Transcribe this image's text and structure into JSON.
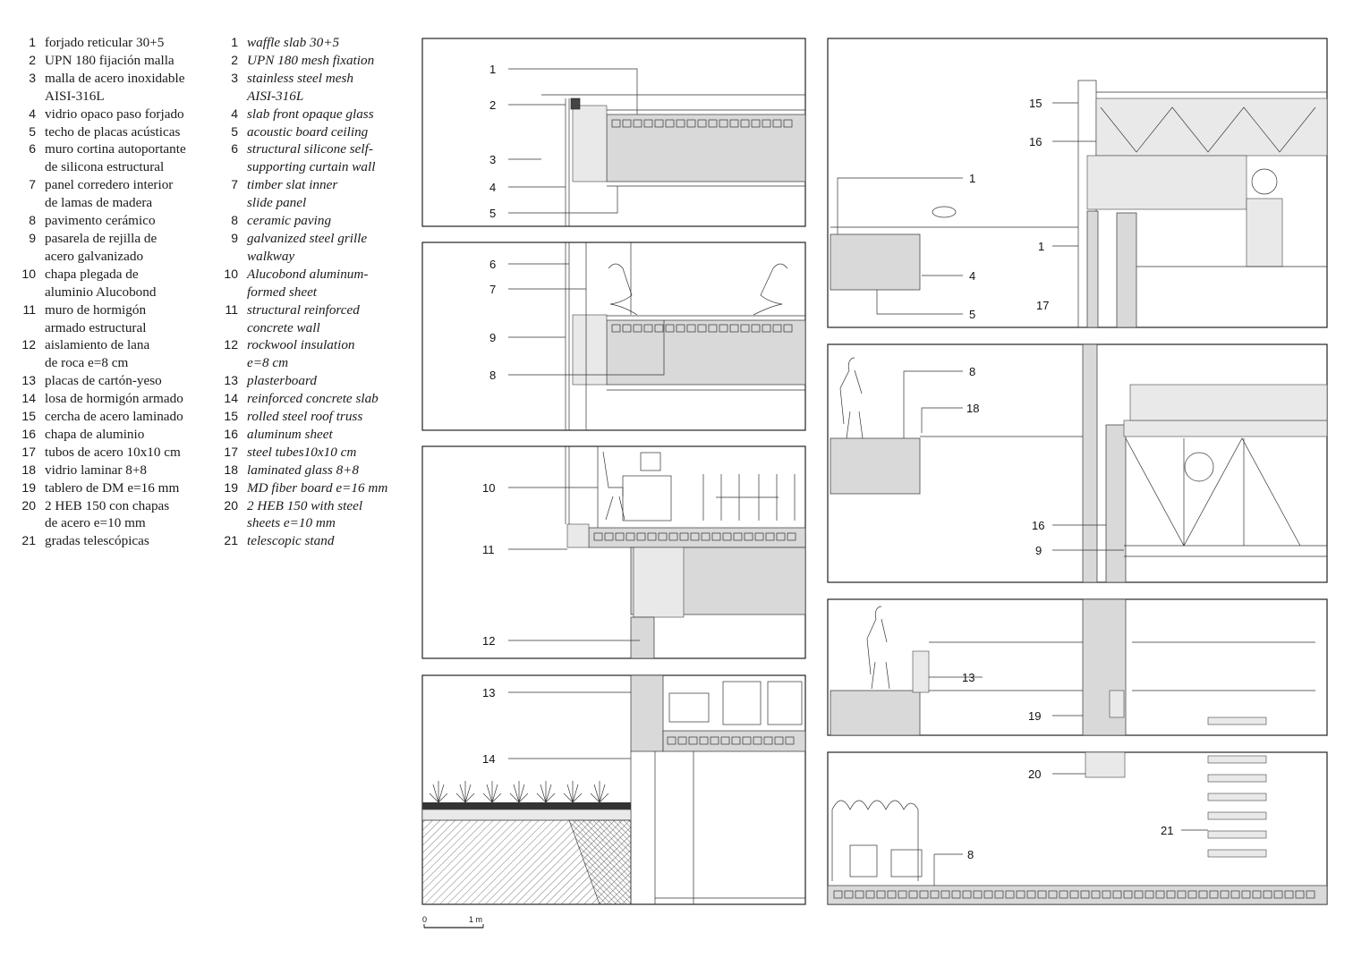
{
  "legend_es": [
    {
      "num": "1",
      "lines": [
        "forjado reticular 30+5"
      ]
    },
    {
      "num": "2",
      "lines": [
        "UPN 180 fijación malla"
      ]
    },
    {
      "num": "3",
      "lines": [
        "malla de acero inoxidable",
        "AISI-316L"
      ]
    },
    {
      "num": "4",
      "lines": [
        "vidrio opaco paso forjado"
      ]
    },
    {
      "num": "5",
      "lines": [
        "techo de placas acústicas"
      ]
    },
    {
      "num": "6",
      "lines": [
        "muro cortina autoportante",
        "de silicona estructural"
      ]
    },
    {
      "num": "7",
      "lines": [
        "panel corredero interior",
        "de lamas de madera"
      ]
    },
    {
      "num": "8",
      "lines": [
        "pavimento cerámico"
      ]
    },
    {
      "num": "9",
      "lines": [
        "pasarela de rejilla de",
        "acero galvanizado"
      ]
    },
    {
      "num": "10",
      "lines": [
        "chapa plegada de",
        "aluminio Alucobond"
      ]
    },
    {
      "num": "11",
      "lines": [
        "muro de hormigón",
        "armado estructural"
      ]
    },
    {
      "num": "12",
      "lines": [
        "aislamiento de lana",
        "de roca e=8 cm"
      ]
    },
    {
      "num": "13",
      "lines": [
        "placas de cartón-yeso"
      ]
    },
    {
      "num": "14",
      "lines": [
        "losa de hormigón armado"
      ]
    },
    {
      "num": "15",
      "lines": [
        "cercha de acero laminado"
      ]
    },
    {
      "num": "16",
      "lines": [
        "chapa de aluminio"
      ]
    },
    {
      "num": "17",
      "lines": [
        "tubos de acero 10x10 cm"
      ]
    },
    {
      "num": "18",
      "lines": [
        "vidrio laminar 8+8"
      ]
    },
    {
      "num": "19",
      "lines": [
        "tablero de DM e=16 mm"
      ]
    },
    {
      "num": "20",
      "lines": [
        "2 HEB 150 con chapas",
        "de acero e=10 mm"
      ]
    },
    {
      "num": "21",
      "lines": [
        "gradas telescópicas"
      ]
    }
  ],
  "legend_en": [
    {
      "num": "1",
      "lines": [
        "waffle slab 30+5"
      ]
    },
    {
      "num": "2",
      "lines": [
        "UPN 180 mesh fixation"
      ]
    },
    {
      "num": "3",
      "lines": [
        "stainless steel mesh",
        "AISI-316L"
      ]
    },
    {
      "num": "4",
      "lines": [
        "slab front opaque glass"
      ]
    },
    {
      "num": "5",
      "lines": [
        "acoustic board ceiling"
      ]
    },
    {
      "num": "6",
      "lines": [
        "structural silicone self-",
        "supporting curtain wall"
      ]
    },
    {
      "num": "7",
      "lines": [
        "timber slat inner",
        "slide panel"
      ]
    },
    {
      "num": "8",
      "lines": [
        "ceramic paving"
      ]
    },
    {
      "num": "9",
      "lines": [
        "galvanized steel grille",
        "walkway"
      ]
    },
    {
      "num": "10",
      "lines": [
        "Alucobond aluminum-",
        "formed sheet"
      ]
    },
    {
      "num": "11",
      "lines": [
        "structural reinforced",
        "concrete wall"
      ]
    },
    {
      "num": "12",
      "lines": [
        "rockwool insulation",
        "e=8 cm"
      ]
    },
    {
      "num": "13",
      "lines": [
        "plasterboard"
      ]
    },
    {
      "num": "14",
      "lines": [
        "reinforced concrete slab"
      ]
    },
    {
      "num": "15",
      "lines": [
        "rolled steel roof truss"
      ]
    },
    {
      "num": "16",
      "lines": [
        "aluminum sheet"
      ]
    },
    {
      "num": "17",
      "lines": [
        "steel tubes10x10 cm"
      ]
    },
    {
      "num": "18",
      "lines": [
        "laminated glass 8+8"
      ]
    },
    {
      "num": "19",
      "lines": [
        "MD fiber board e=16 mm"
      ]
    },
    {
      "num": "20",
      "lines": [
        "2 HEB 150 with steel",
        "sheets e=10 mm"
      ]
    },
    {
      "num": "21",
      "lines": [
        "telescopic stand"
      ]
    }
  ],
  "callouts": {
    "left_sections": [
      "1",
      "2",
      "3",
      "4",
      "5",
      "6",
      "7",
      "9",
      "8",
      "10",
      "11",
      "12",
      "13",
      "14"
    ],
    "right_sections": [
      "15",
      "16",
      "1",
      "1",
      "4",
      "5",
      "17",
      "8",
      "18",
      "16",
      "9",
      "13",
      "19",
      "20",
      "21",
      "8"
    ]
  },
  "scale_bar": {
    "start": "0",
    "end": "1 m"
  }
}
